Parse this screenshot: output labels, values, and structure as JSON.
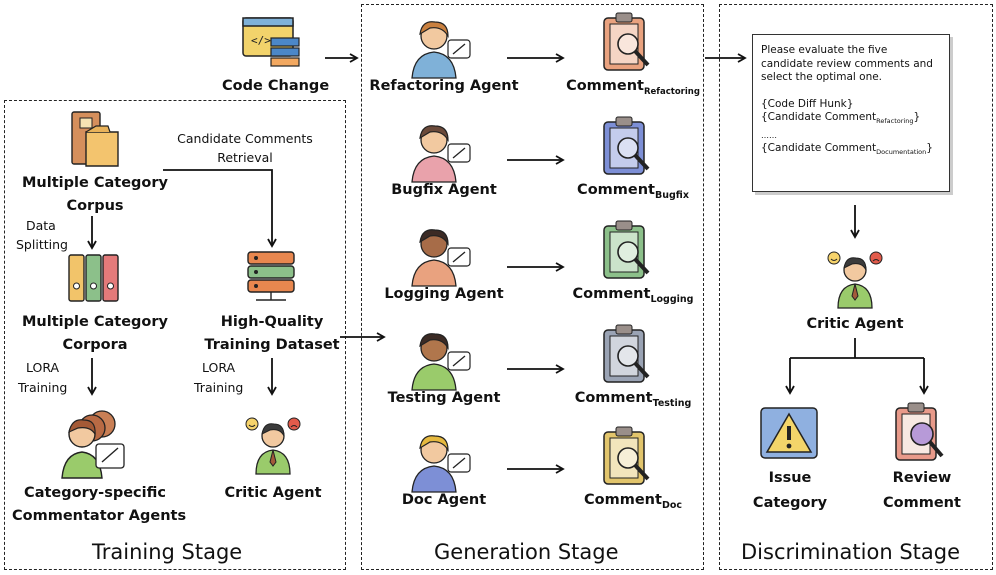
{
  "stages": {
    "training": "Training Stage",
    "generation": "Generation Stage",
    "discrimination": "Discrimination Stage"
  },
  "code_change": "Code Change",
  "training": {
    "corpus": [
      "Multiple Category",
      "Corpus"
    ],
    "retrieval": [
      "Candidate Comments",
      "Retrieval"
    ],
    "data_splitting": [
      "Data",
      "Splitting"
    ],
    "corpora": [
      "Multiple Category",
      "Corpora"
    ],
    "hq_dataset": [
      "High-Quality",
      "Training Dataset"
    ],
    "lora_left": [
      "LORA",
      "Training"
    ],
    "lora_right": [
      "LORA",
      "Training"
    ],
    "commentators": [
      "Category-specific",
      "Commentator Agents"
    ],
    "critic": "Critic Agent"
  },
  "generation": {
    "agents": [
      {
        "name": "Refactoring Agent",
        "comment": "Comment",
        "sub": "Refactoring",
        "color": "#e9a27f"
      },
      {
        "name": "Bugfix Agent",
        "comment": "Comment",
        "sub": "Bugfix",
        "color": "#7d8fd6"
      },
      {
        "name": "Logging Agent",
        "comment": "Comment",
        "sub": "Logging",
        "color": "#8cc08a"
      },
      {
        "name": "Testing Agent",
        "comment": "Comment",
        "sub": "Testing",
        "color": "#9aa3b4"
      },
      {
        "name": "Doc Agent",
        "comment": "Comment",
        "sub": "Doc",
        "color": "#e2c56c"
      }
    ]
  },
  "discrimination": {
    "prompt": {
      "intro": "Please evaluate the five candidate review comments and select the optimal one.",
      "hunk": "{Code Diff Hunk}",
      "cand1_prefix": "{Candidate Comment",
      "cand1_sub": "Refactoring",
      "ellipsis": "……",
      "cand2_prefix": "{Candidate Comment",
      "cand2_sub": "Documentation",
      "suffix": "}"
    },
    "critic": "Critic Agent",
    "issue_category": [
      "Issue",
      "Category"
    ],
    "review_comment": [
      "Review",
      "Comment"
    ]
  },
  "icons": [
    "monitor-code-icon",
    "folders-icon",
    "binders-icon",
    "server-stack-icon",
    "agent-person-icon",
    "critic-person-icon",
    "clipboard-magnifier-icon",
    "warning-sign-icon"
  ],
  "colors": {
    "border": "#222222",
    "arrow": "#111111"
  }
}
